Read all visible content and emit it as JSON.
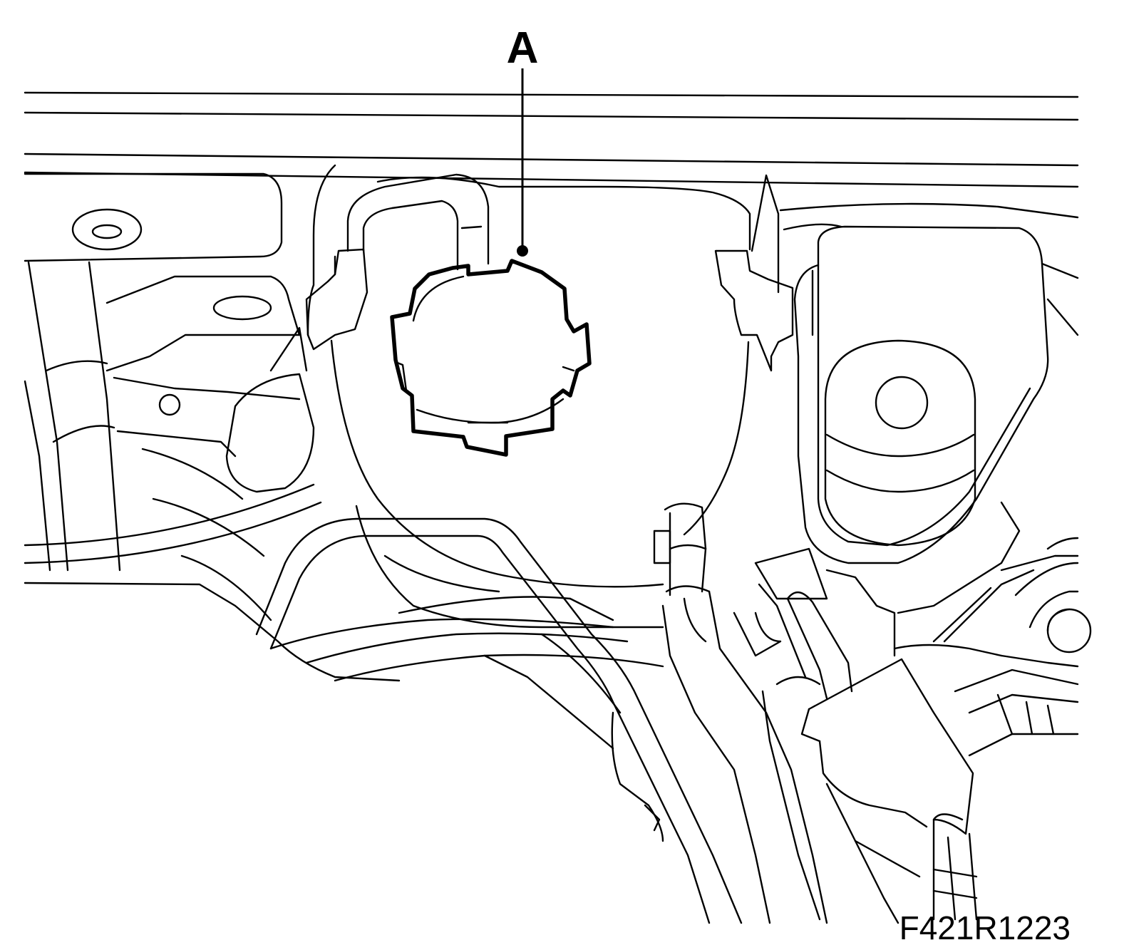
{
  "callouts": [
    {
      "id": "A",
      "label": "A"
    }
  ],
  "figure": {
    "id": "F421R1223"
  }
}
